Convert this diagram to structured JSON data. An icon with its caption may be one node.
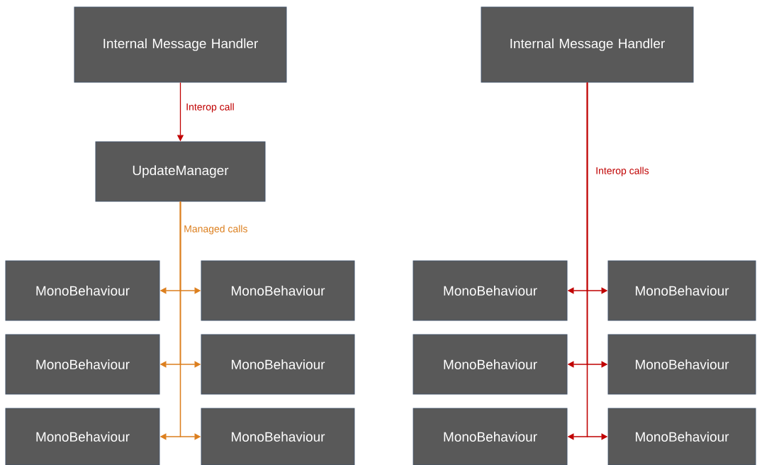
{
  "diagram": {
    "nodes": [
      {
        "text": [
          "Internal Message Handler"
        ]
      },
      {
        "text": [
          "UpdateManager"
        ]
      },
      {
        "text": [
          "MonoBehaviour"
        ]
      },
      {
        "text": [
          "MonoBehaviour"
        ]
      },
      {
        "text": [
          "MonoBehaviour"
        ]
      },
      {
        "text": [
          "MonoBehaviour"
        ]
      },
      {
        "text": [
          "MonoBehaviour"
        ]
      },
      {
        "text": [
          "MonoBehaviour"
        ]
      },
      {
        "text": [
          "Internal Message Handler"
        ]
      },
      {
        "text": [
          "MonoBehaviour"
        ]
      },
      {
        "text": [
          "MonoBehaviour"
        ]
      },
      {
        "text": [
          "MonoBehaviour"
        ]
      },
      {
        "text": [
          "MonoBehaviour"
        ]
      },
      {
        "text": [
          "MonoBehaviour"
        ]
      },
      {
        "text": [
          "MonoBehaviour"
        ]
      }
    ],
    "edges": [
      {
        "from": 0,
        "to": 1,
        "arrow": "to",
        "label": "Interop call"
      },
      {
        "from": 1,
        "to": 2,
        "arrow": "to",
        "color": "#dc7f1e",
        "label": "Managed calls"
      },
      {
        "from": 1,
        "to": 3,
        "arrow": "to",
        "color": "#dc7f1e"
      },
      {
        "from": 1,
        "to": 4,
        "arrow": "to",
        "color": "#dc7f1e"
      },
      {
        "from": 1,
        "to": 5,
        "arrow": "to",
        "color": "#dc7f1e"
      },
      {
        "from": 1,
        "to": 6,
        "arrow": "to",
        "color": "#dc7f1e"
      },
      {
        "from": 1,
        "to": 7,
        "arrow": "to",
        "color": "#dc7f1e"
      },
      {
        "from": 8,
        "to": 9,
        "arrow": "to",
        "label": "Interop calls"
      },
      {
        "from": 8,
        "to": 10,
        "arrow": "to"
      },
      {
        "from": 8,
        "to": 11,
        "arrow": "to"
      },
      {
        "from": 8,
        "to": 12,
        "arrow": "to"
      },
      {
        "from": 8,
        "to": 13,
        "arrow": "to"
      },
      {
        "from": 8,
        "to": 14,
        "arrow": "to"
      }
    ]
  }
}
